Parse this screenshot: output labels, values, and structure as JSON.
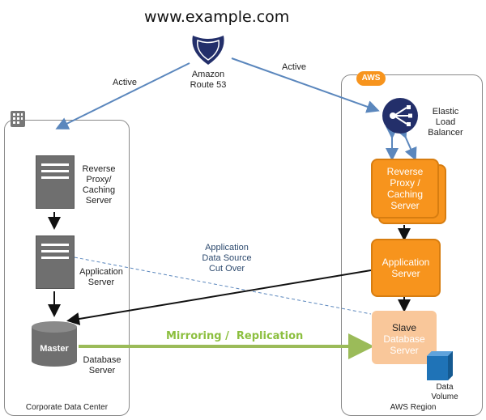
{
  "title": "www.example.com",
  "route53": {
    "label": "Amazon\nRoute 53",
    "icon": "shield-icon"
  },
  "links": {
    "active_left": "Active",
    "active_right": "Active"
  },
  "corporate": {
    "region_label": "Corporate Data Center",
    "reverse_proxy": "Reverse\nProxy/\nCaching\nServer",
    "app_server": "Application\nServer",
    "master": "Master",
    "database_server": "Database\nServer"
  },
  "aws": {
    "badge": "AWS",
    "region_label": "AWS Region",
    "elb": "Elastic\nLoad\nBalancer",
    "reverse_proxy": "Reverse\nProxy /\nCaching\nServer",
    "app_server": "Application\nServer",
    "slave_title": "Slave",
    "slave_sub": "Database\nServer",
    "data_volume": "Data\nVolume"
  },
  "annotations": {
    "cutover": "Application\nData Source\nCut Over",
    "mirroring": "Mirroring /  Replication"
  },
  "colors": {
    "orange": "#f7941d",
    "blue_arrow": "#5b87bd",
    "green_arrow": "#9bbb59",
    "server_gray": "#6f6f6f"
  }
}
